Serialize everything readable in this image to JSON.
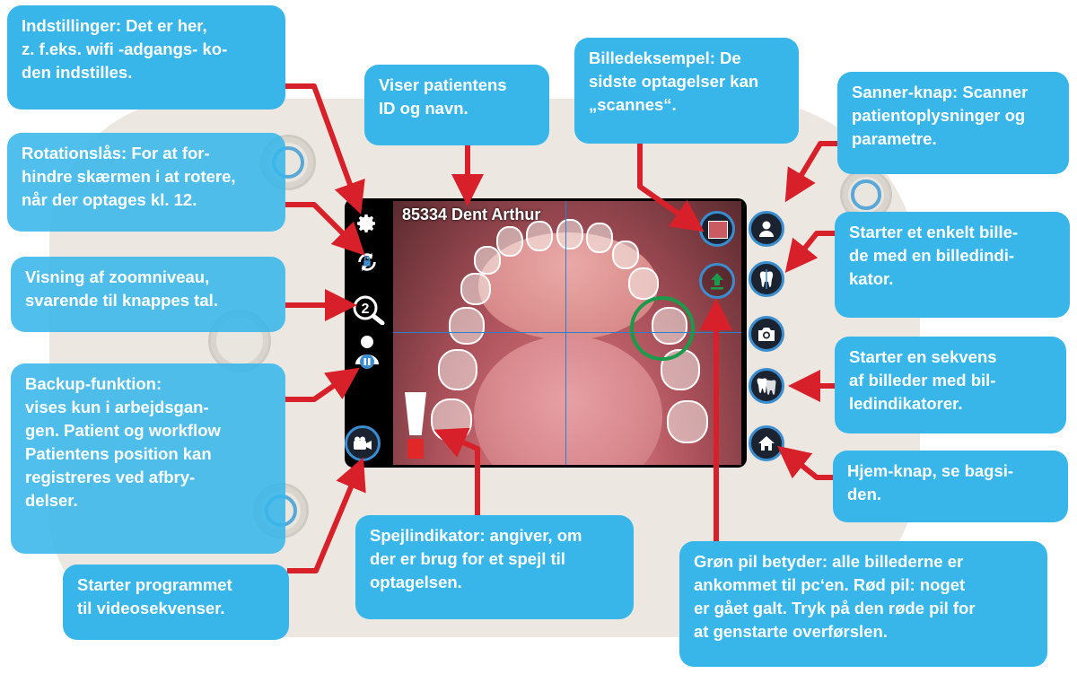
{
  "screen": {
    "patient_label": "85334 Dent Arthur"
  },
  "callouts": {
    "settings": "Indstillinger: Det er her, z. f.eks. wifi -adgangs- ko- den indstilles.",
    "settings_lines": [
      "Indstillinger: Det er her,",
      "z. f.eks. wifi -adgangs- ko-",
      "den indstilles."
    ],
    "rotation_lines": [
      "Rotationslås: For at for-",
      "hindre skærmen i at rotere,",
      "når der optages kl. 12."
    ],
    "zoom_lines": [
      "Visning af zoomniveau,",
      "svarende til knappes tal."
    ],
    "backup_lines": [
      "Backup-funktion:",
      "vises kun i arbejdsgan-",
      "gen. Patient og workflow",
      "Patientens position kan",
      "registreres ved afbry-",
      "delser."
    ],
    "video_lines": [
      "Starter programmet",
      "til videosekvenser."
    ],
    "patient_id_lines": [
      "Viser patientens",
      "ID og navn."
    ],
    "preview_lines": [
      "Billedeksempel: De",
      "sidste optagelser kan",
      "„scannes“."
    ],
    "scanner_lines": [
      "Sanner-knap: Scanner",
      "patientoplysninger og",
      "parametre."
    ],
    "single_lines": [
      "Starter et enkelt bille-",
      "de med en billedindi-",
      "kator."
    ],
    "sequence_lines": [
      "Starter en sekvens",
      "af billeder med bil-",
      "ledindikatorer."
    ],
    "home_lines": [
      "Hjem-knap, se bagsi-",
      "den."
    ],
    "mirror_lines": [
      "Spejlindikator: angiver, om",
      "der er brug for et spejl til",
      "optagelsen."
    ],
    "arrow_lines": [
      "Grøn pil betyder: alle billederne er",
      "ankommet til pc‘en. Rød pil: noget",
      "er gået galt. Tryk på den røde pil for",
      "at genstarte overførslen."
    ]
  },
  "icons": {
    "settings": "gear-icon",
    "rotation_lock": "rotation-lock-icon",
    "zoom": "zoom-level-icon",
    "zoom_value": "2",
    "backup": "backup-user-icon",
    "video": "video-camera-icon",
    "scanner": "patient-scan-icon",
    "single": "tooth-single-icon",
    "photo": "camera-icon",
    "sequence": "tooth-sequence-icon",
    "home": "home-icon",
    "preview": "image-preview-icon",
    "upload": "upload-arrow-icon"
  },
  "colors": {
    "callout": "#38b6ea",
    "arrow": "#d8202a",
    "button_ring": "#3a8ed0",
    "target_ring": "#1a9a4a"
  }
}
